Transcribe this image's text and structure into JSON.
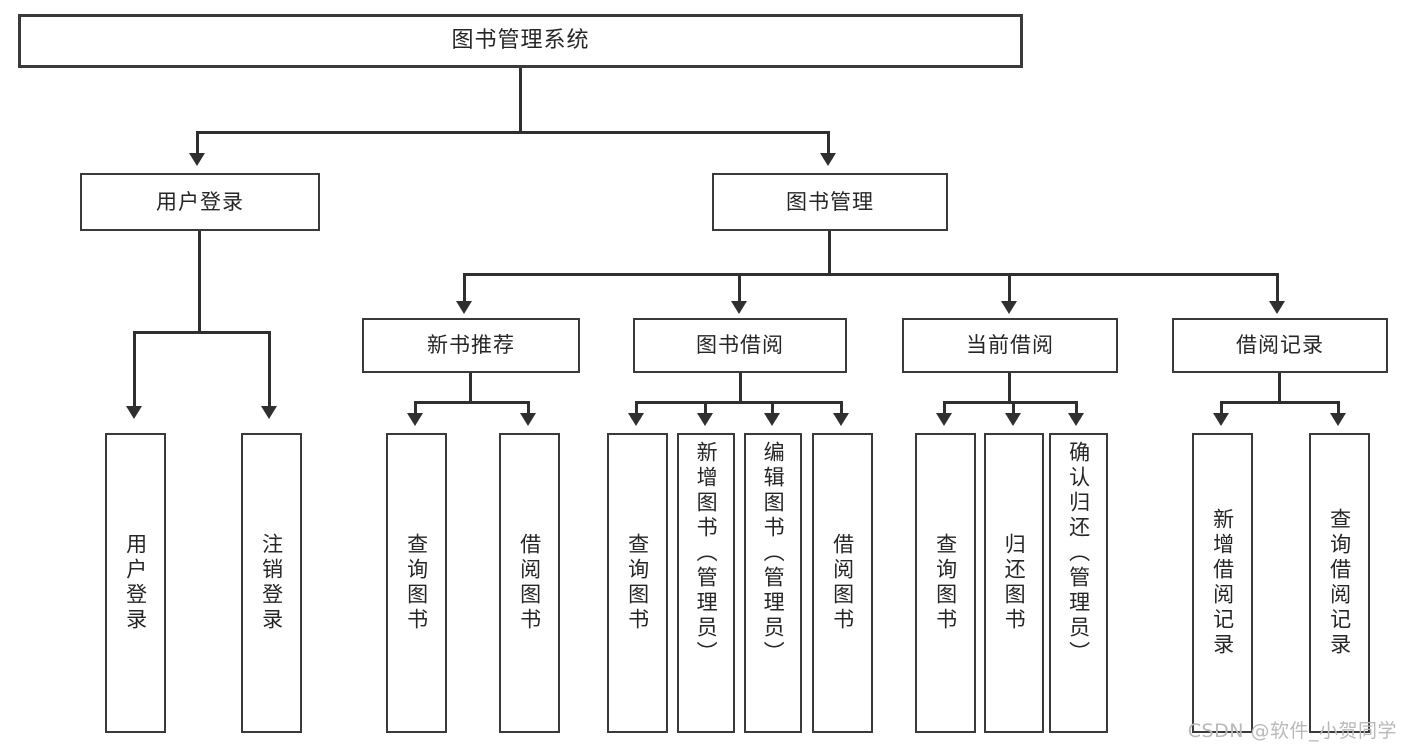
{
  "diagram": {
    "type": "tree-flowchart",
    "title": "图书管理系统",
    "root": {
      "label": "图书管理系统"
    },
    "level2": [
      {
        "label": "用户登录"
      },
      {
        "label": "图书管理"
      }
    ],
    "level3": [
      {
        "label": "新书推荐"
      },
      {
        "label": "图书借阅"
      },
      {
        "label": "当前借阅"
      },
      {
        "label": "借阅记录"
      }
    ],
    "leaves": {
      "user_login": [
        {
          "label": "用户登录"
        },
        {
          "label": "注销登录"
        }
      ],
      "new_book": [
        {
          "label": "查询图书"
        },
        {
          "label": "借阅图书"
        }
      ],
      "book_borrow": [
        {
          "label": "查询图书"
        },
        {
          "label": "新增图书（管理员）"
        },
        {
          "label": "编辑图书（管理员）"
        },
        {
          "label": "借阅图书"
        }
      ],
      "current_borrow": [
        {
          "label": "查询图书"
        },
        {
          "label": "归还图书"
        },
        {
          "label": "确认归还（管理员）"
        }
      ],
      "borrow_record": [
        {
          "label": "新增借阅记录"
        },
        {
          "label": "查询借阅记录"
        }
      ]
    }
  },
  "watermark": {
    "text": "CSDN @软件_小贺同学"
  },
  "colors": {
    "box_border": "#3a3a3a",
    "connector": "#2f2f2f",
    "text": "#262626",
    "background": "#ffffff",
    "watermark": "#b9b9b9"
  }
}
